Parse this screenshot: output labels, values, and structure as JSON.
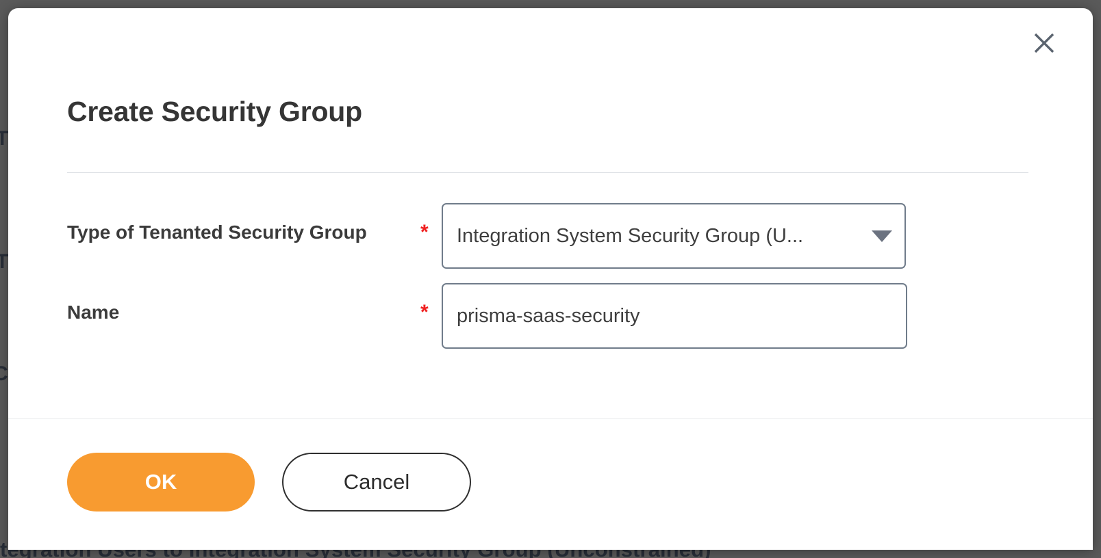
{
  "background": {
    "clipped_line": "tegration Users to Integration System Security Group (Unconstrained)",
    "fragment_a": "T",
    "fragment_b": "T",
    "fragment_c": "C"
  },
  "modal": {
    "title": "Create Security Group",
    "close_icon": "close-icon",
    "form": {
      "rows": [
        {
          "label": "Type of Tenanted Security Group",
          "required_marker": "*",
          "control": "select",
          "value": "Integration System Security Group (U...",
          "caret_icon": "chevron-down-icon"
        },
        {
          "label": "Name",
          "required_marker": "*",
          "control": "text",
          "value": "prisma-saas-security",
          "placeholder": ""
        }
      ]
    },
    "footer": {
      "ok_label": "OK",
      "cancel_label": "Cancel"
    }
  },
  "colors": {
    "primary_button": "#f89b30",
    "required_marker": "#f02020",
    "field_border": "#707c8a",
    "title_text": "#353535",
    "overlay": "#2b2b2b",
    "background_text": "#1c3763"
  }
}
